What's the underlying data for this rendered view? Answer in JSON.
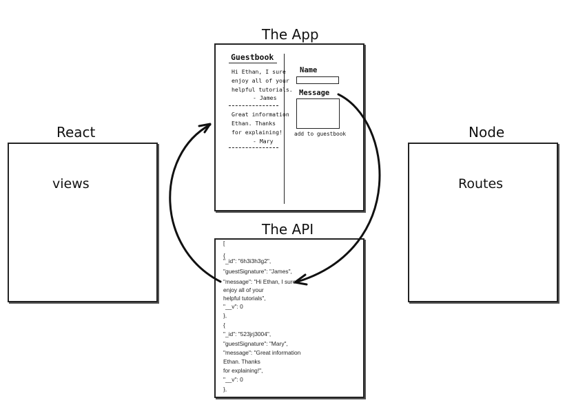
{
  "titles": {
    "app": "The App",
    "api": "The API",
    "react": "React",
    "node": "Node"
  },
  "react_box": {
    "label": "views"
  },
  "node_box": {
    "label": "Routes"
  },
  "app": {
    "guestbook_heading": "Guestbook",
    "entries": [
      {
        "lines": [
          "Hi Ethan, I sure",
          "enjoy all of your",
          "helpful tutorials."
        ],
        "signature": "- James"
      },
      {
        "lines": [
          "Great information",
          "Ethan.  Thanks",
          "for explaining!"
        ],
        "signature": "- Mary"
      }
    ],
    "form": {
      "name_label": "Name",
      "message_label": "Message",
      "submit_label": "add to guestbook"
    }
  },
  "api": {
    "lines": [
      "[",
      "{",
      "\"_id\": \"6h3i3h3g2\",",
      "\"guestSignature\": \"James\",",
      "\"message\": \"Hi Ethan, I sure",
      "enjoy all of your",
      "helpful tutorials\",",
      "\"__v\": 0",
      "},",
      "{",
      "\"_id\": \"523jrj3004\",",
      "\"guestSignature\": \"Mary\",",
      "\"message\": \"Great information",
      "Ethan. Thanks",
      "for explaining!\",",
      "\"__v\": 0",
      "},"
    ]
  },
  "colors": {
    "ink": "#111111",
    "background": "#ffffff"
  }
}
